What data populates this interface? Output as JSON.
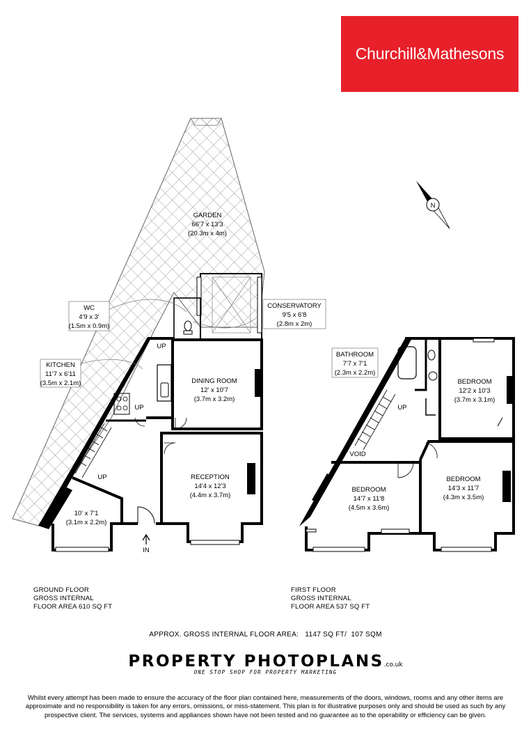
{
  "brand": {
    "name": "Churchill&Mathesons",
    "color": "#e8202a"
  },
  "rooms": {
    "garden": {
      "name": "GARDEN",
      "imperial": "66'7 x 13'3",
      "metric": "(20.3m x 4m)"
    },
    "wc": {
      "name": "WC",
      "imperial": "4'9 x 3'",
      "metric": "(1.5m x 0.9m)"
    },
    "kitchen": {
      "name": "KITCHEN",
      "imperial": "11'7 x 6'11",
      "metric": "(3.5m x 2.1m)"
    },
    "conservatory": {
      "name": "CONSERVATORY",
      "imperial": "9'5 x 6'8",
      "metric": "(2.8m x 2m)"
    },
    "dining": {
      "name": "DINING ROOM",
      "imperial": "12' x 10'7",
      "metric": "(3.7m x 3.2m)"
    },
    "reception": {
      "name": "RECEPTION",
      "imperial": "14'4 x 12'3",
      "metric": "(4.4m x 3.7m)"
    },
    "hallway": {
      "imperial": "10' x 7'1",
      "metric": "(3.1m x 2.2m)"
    },
    "bathroom": {
      "name": "BATHROOM",
      "imperial": "7'7 x 7'1",
      "metric": "(2.3m x 2.2m)"
    },
    "bedroom1": {
      "name": "BEDROOM",
      "imperial": "12'2 x 10'3",
      "metric": "(3.7m x 3.1m)"
    },
    "bedroom2": {
      "name": "BEDROOM",
      "imperial": "14'7 x 11'8",
      "metric": "(4.5m x 3.6m)"
    },
    "bedroom3": {
      "name": "BEDROOM",
      "imperial": "14'3 x 11'7",
      "metric": "(4.3m x 3.5m)"
    }
  },
  "markers": {
    "up": "UP",
    "in": "IN",
    "void": "VOID",
    "north": "N"
  },
  "ground_floor": {
    "line1": "GROUND FLOOR",
    "line2": "GROSS INTERNAL",
    "line3": "FLOOR AREA 610 SQ FT"
  },
  "first_floor": {
    "line1": "FIRST FLOOR",
    "line2": "GROSS INTERNAL",
    "line3": "FLOOR AREA 537 SQ FT"
  },
  "approx_area": "APPROX. GROSS INTERNAL FLOOR AREA:   1147 SQ FT/  107 SQM",
  "footer_brand": {
    "text": "PROPERTY PHOTOPLANS",
    "suffix": ".co.uk",
    "tagline": "ONE STOP SHOP FOR PROPERTY MARKETING"
  },
  "disclaimer": "Whilst every attempt has been made to ensure the accuracy of the floor plan contained here, measurements of the doors, windows, rooms and any other items are approximate and no responsibility is taken for any errors, omissions, or miss-statement. This plan is for illustrative purposes only and should be used as such by any prospective client. The services, systems and appliances shown have not been tested and no guarantee as to the operability or efficiency can be given."
}
